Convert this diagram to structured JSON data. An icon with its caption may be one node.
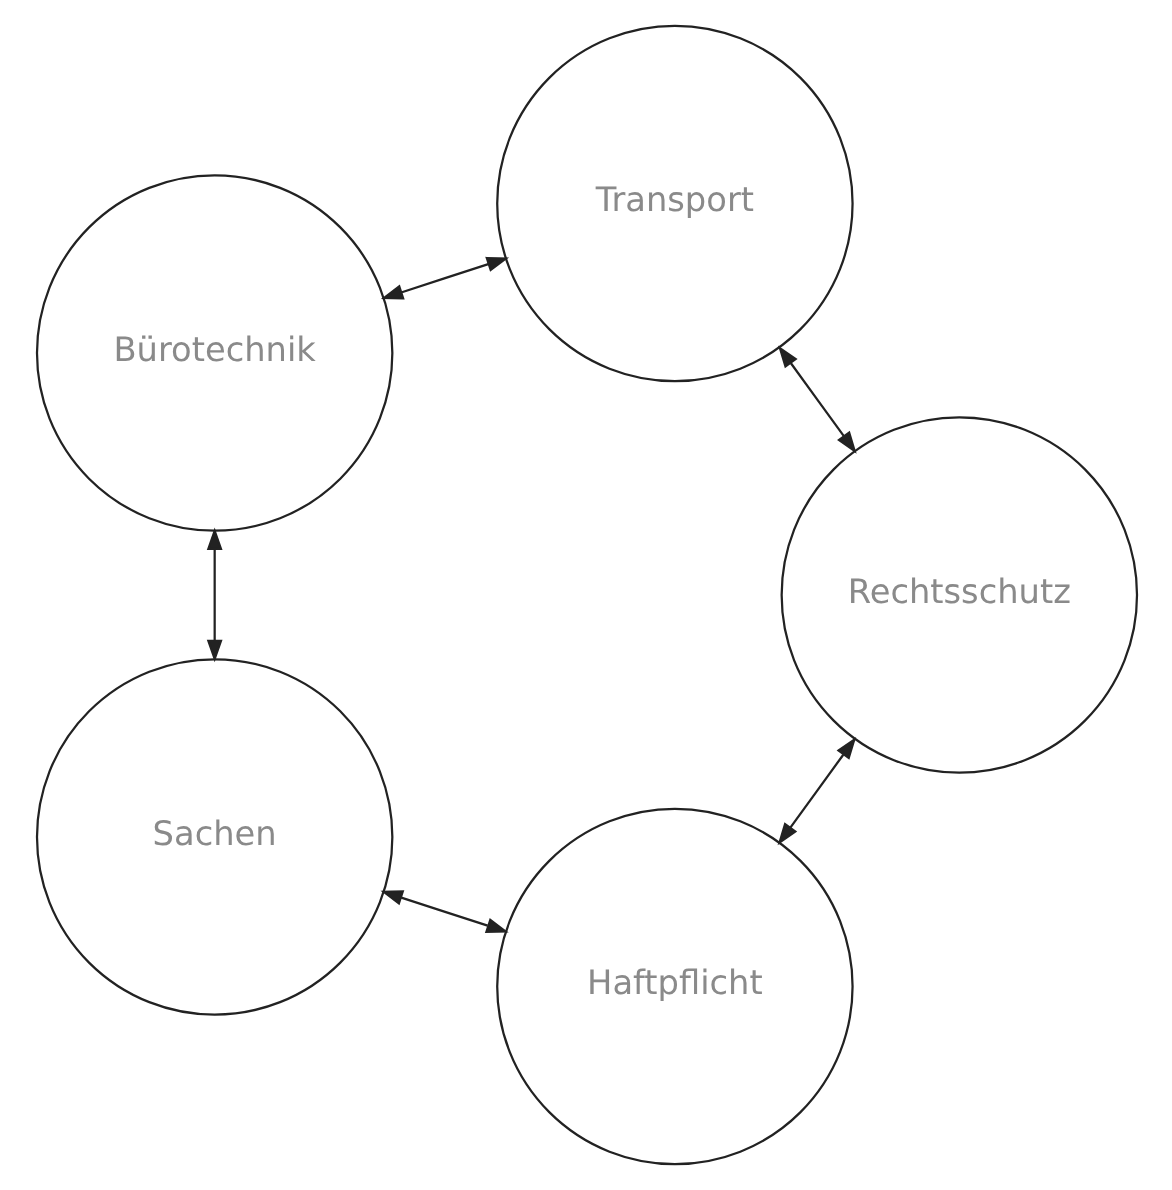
{
  "diagram": {
    "nodes": [
      {
        "text": [
          "Haftpflicht"
        ]
      },
      {
        "text": [
          "Sachen"
        ]
      },
      {
        "text": [
          "Bürotechnik"
        ]
      },
      {
        "text": [
          "Transport"
        ]
      },
      {
        "text": [
          "Rechtsschutz"
        ]
      }
    ],
    "edges": [
      {
        "from": 0,
        "to": 1,
        "arrow": "both"
      },
      {
        "from": 1,
        "to": 2,
        "arrow": "both"
      },
      {
        "from": 2,
        "to": 3,
        "arrow": "both"
      },
      {
        "from": 3,
        "to": 4,
        "arrow": "both"
      },
      {
        "from": 4,
        "to": 0,
        "arrow": "both"
      }
    ]
  }
}
